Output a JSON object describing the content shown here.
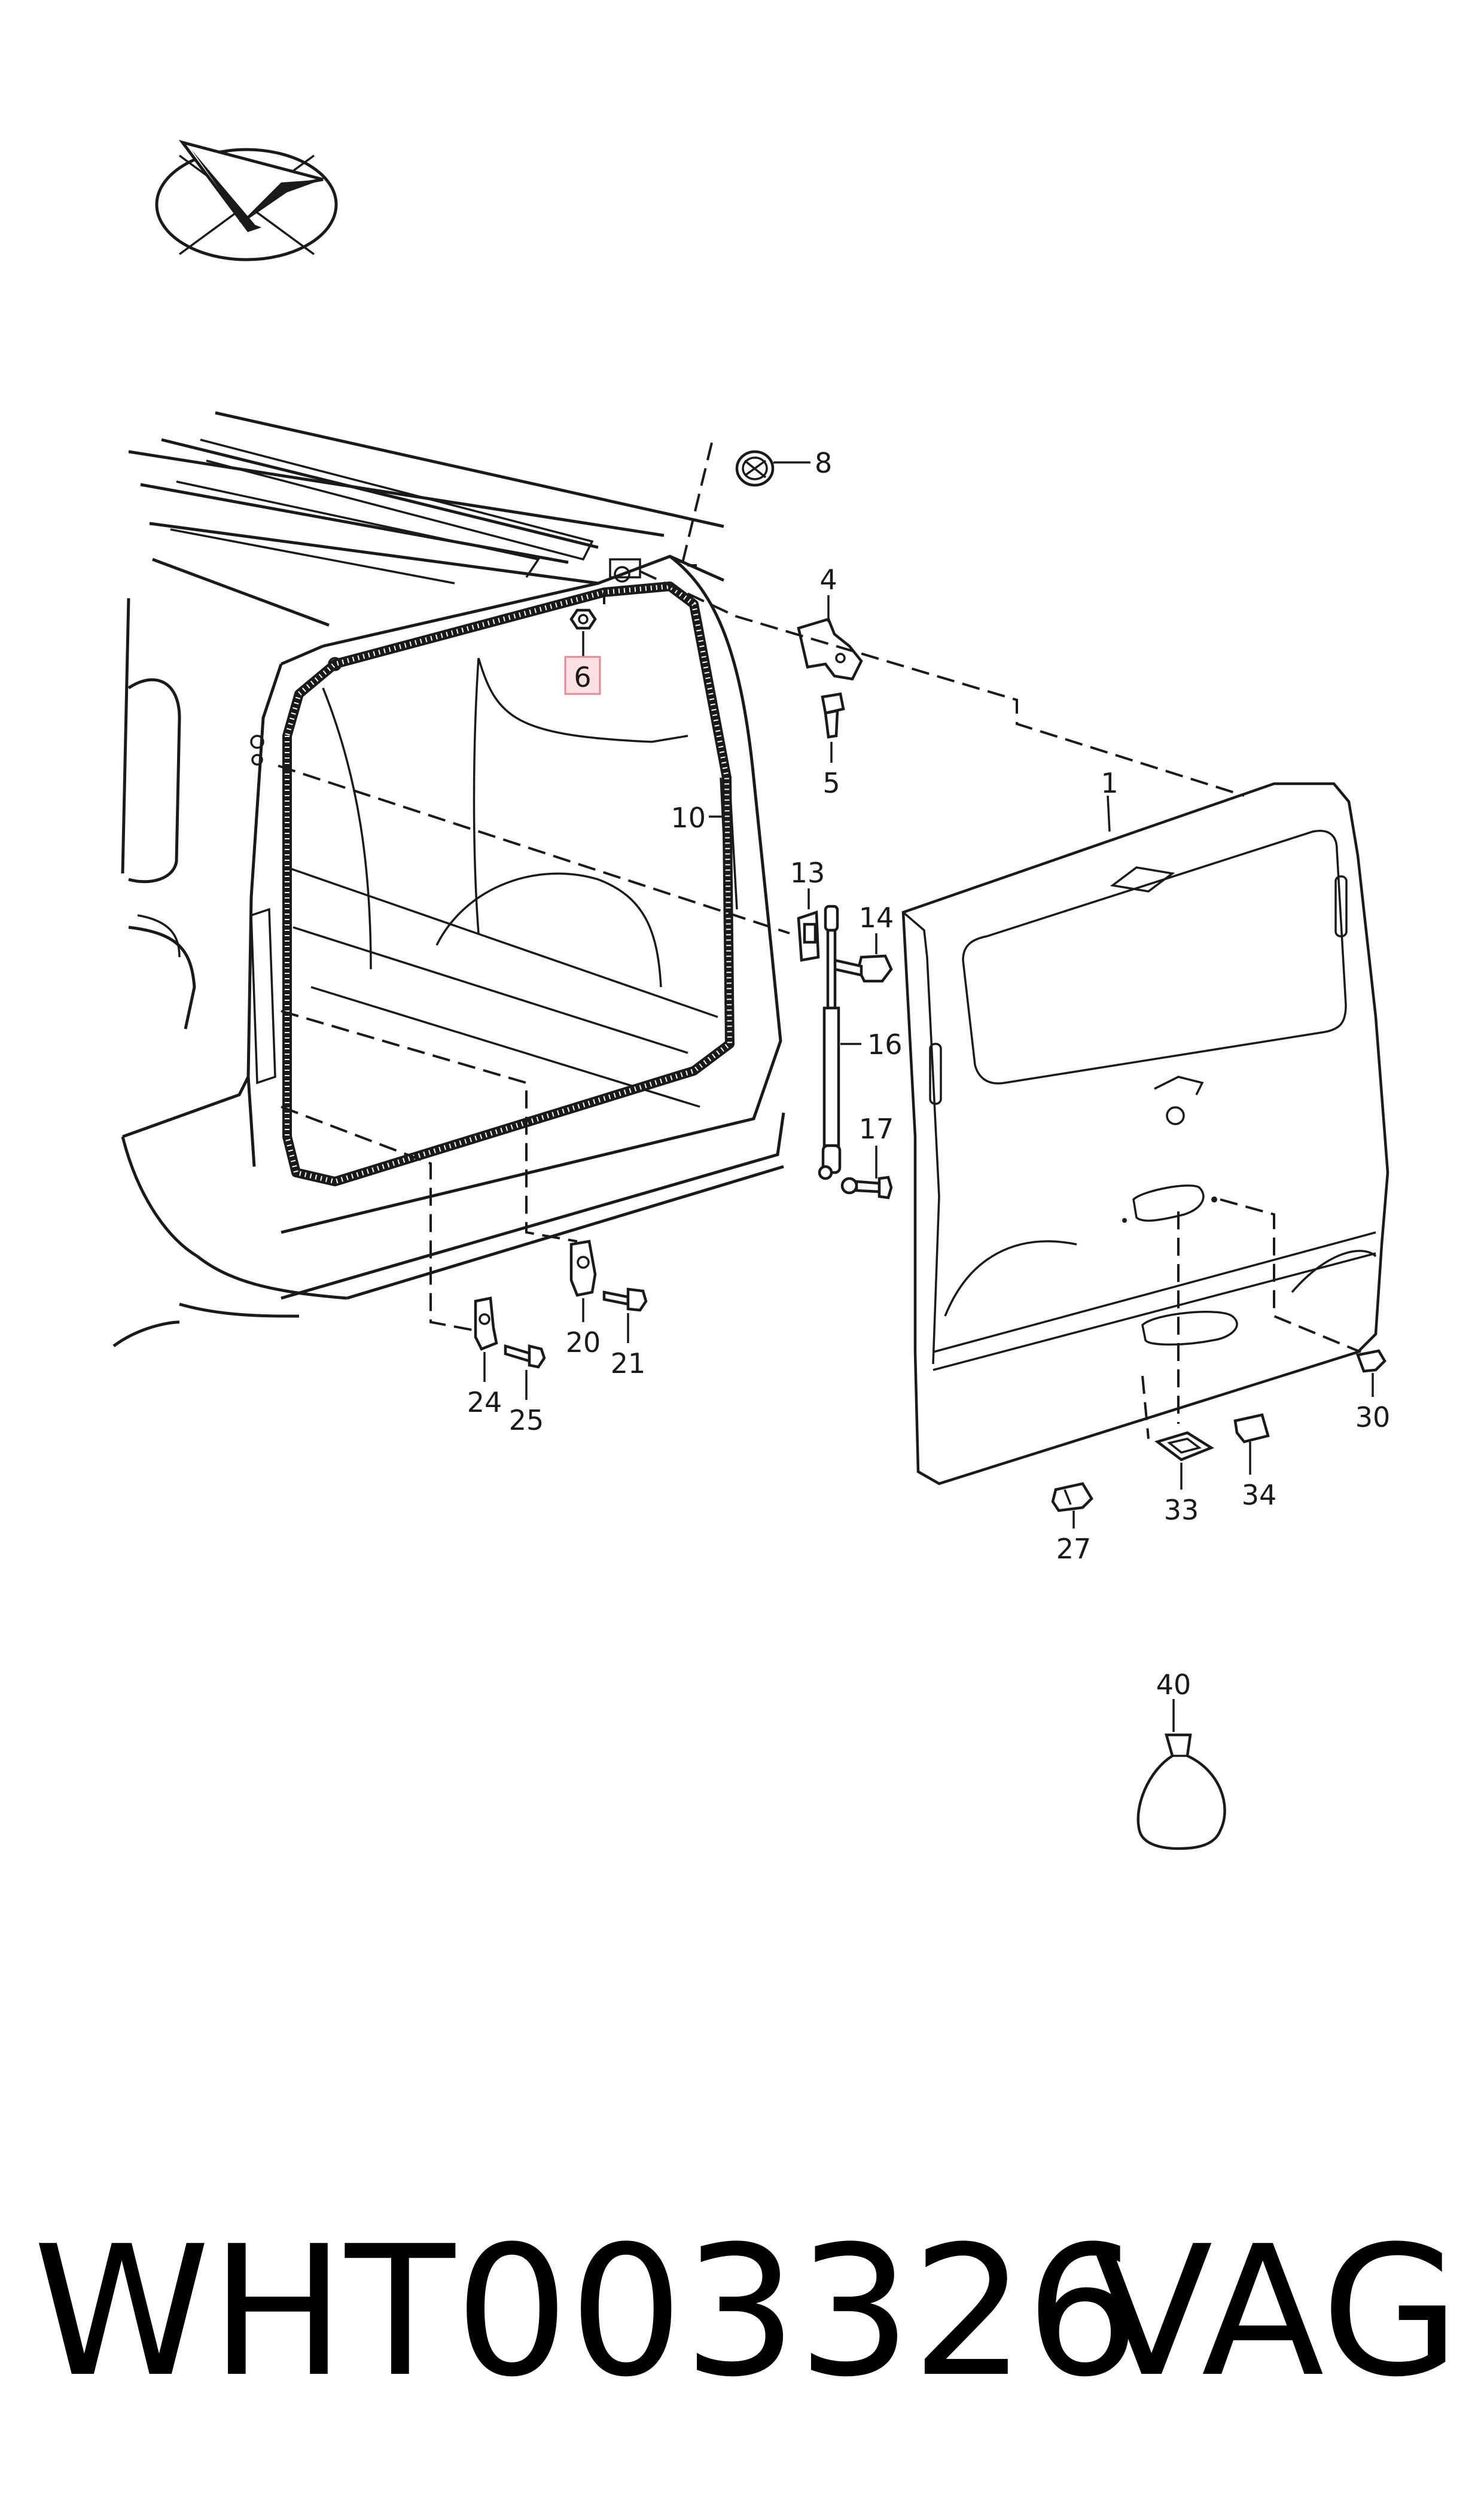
{
  "callouts": {
    "c1": "1",
    "c4": "4",
    "c5": "5",
    "c6": "6",
    "c8": "8",
    "c10": "10",
    "c13": "13",
    "c14": "14",
    "c16": "16",
    "c17": "17",
    "c20": "20",
    "c21": "21",
    "c24": "24",
    "c25": "25",
    "c27": "27",
    "c30": "30",
    "c33": "33",
    "c34": "34",
    "c40": "40"
  },
  "highlighted_callout": "6",
  "footer": {
    "part_number": "WHT003326",
    "brand": "VAG"
  },
  "colors": {
    "ink": "#1a1a1a",
    "highlight_fill": "#fde0e3",
    "highlight_border": "#e48a97"
  },
  "icons": [
    "view-direction-icon"
  ]
}
